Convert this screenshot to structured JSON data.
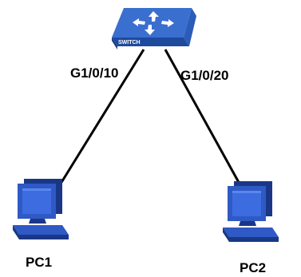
{
  "switch": {
    "label": "SWITCH",
    "icon": "switch-icon",
    "colors": {
      "top": "#3a6fd0",
      "side_left": "#1e4a9e",
      "side_front": "#2555b0",
      "arrows": "#ffffff"
    }
  },
  "links": [
    {
      "port": "G1/0/10",
      "to": "PC1"
    },
    {
      "port": "G1/0/20",
      "to": "PC2"
    }
  ],
  "hosts": [
    {
      "name": "PC1",
      "icon": "computer-icon"
    },
    {
      "name": "PC2",
      "icon": "computer-icon"
    }
  ],
  "colors": {
    "line": "#000000",
    "pc_body": "#2f59c4",
    "pc_dark": "#1a3787",
    "pc_screen": "#3d6be0"
  }
}
